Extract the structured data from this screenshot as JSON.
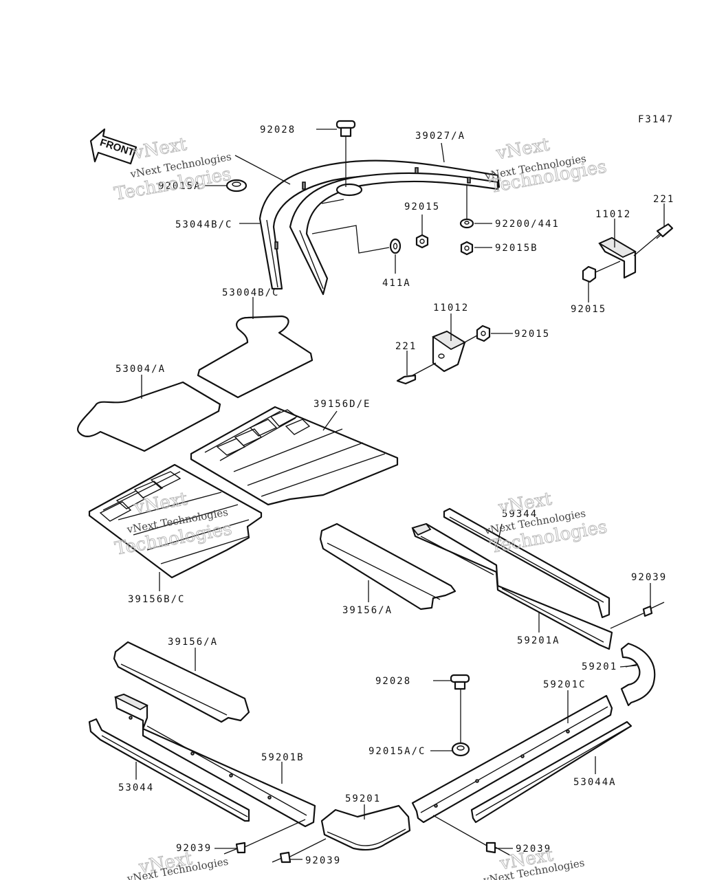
{
  "figure_code": "F3147",
  "front_label": "FRONT",
  "watermark": {
    "line1": "vNext",
    "line2": "Technologies",
    "full": "vNext Technologies"
  },
  "labels": {
    "p92028_top": "92028",
    "p39027": "39027/A",
    "p92015A": "92015A",
    "p53044BC": "53044B/C",
    "p92015_top": "92015",
    "p92200": "92200/441",
    "p92015B": "92015B",
    "p411A": "411A",
    "p11012_right": "11012",
    "p221_right": "221",
    "p92015_right": "92015",
    "p53004BC": "53004B/C",
    "p11012_mid": "11012",
    "p92015_mid": "92015",
    "p221_mid": "221",
    "p53004A": "53004/A",
    "p39156DE": "39156D/E",
    "p39156BC": "39156B/C",
    "p59344": "59344",
    "p39156A_mid": "39156/A",
    "p92039_right": "92039",
    "p59201A": "59201A",
    "p59201_right": "59201",
    "p39156A_low": "39156/A",
    "p92028_low": "92028",
    "p59201C": "59201C",
    "p92015AC": "92015A/C",
    "p59201B": "59201B",
    "p53044A": "53044A",
    "p53044": "53044",
    "p59201_bottom": "59201",
    "p92039_left": "92039",
    "p92039_bottom": "92039",
    "p92039_br": "92039"
  }
}
